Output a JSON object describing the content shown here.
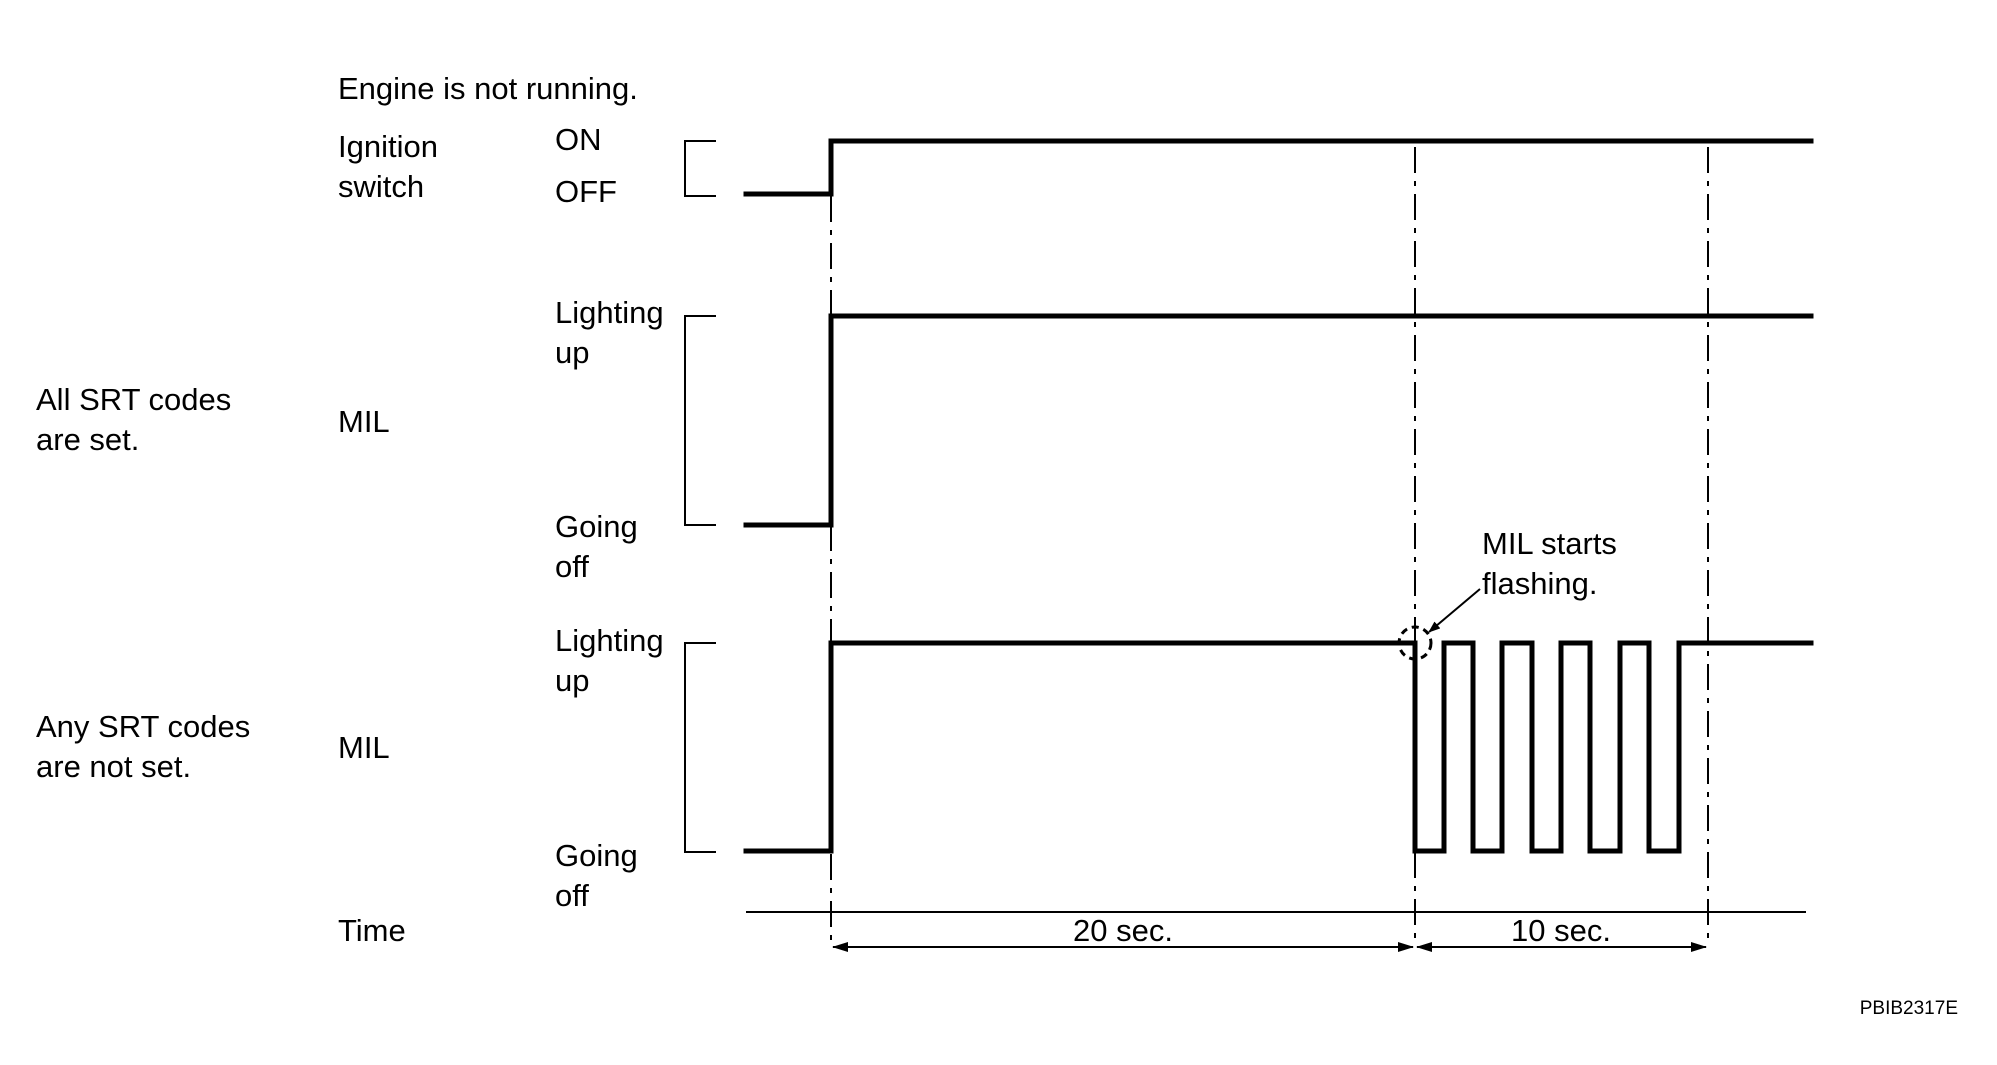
{
  "header": {
    "condition": "Engine is not running."
  },
  "rows": {
    "ignition": {
      "label": [
        "Ignition",
        "switch"
      ],
      "high": [
        "ON"
      ],
      "low": [
        "OFF"
      ]
    },
    "all_set": {
      "condition": [
        "All SRT codes",
        "are set."
      ],
      "signal": "MIL",
      "high": [
        "Lighting",
        "up"
      ],
      "low": [
        "Going",
        "off"
      ]
    },
    "any_not_set": {
      "condition": [
        "Any SRT codes",
        "are not set."
      ],
      "signal": "MIL",
      "high": [
        "Lighting",
        "up"
      ],
      "low": [
        "Going",
        "off"
      ]
    }
  },
  "annotation": [
    "MIL starts",
    "flashing."
  ],
  "time_axis": {
    "label": "Time",
    "intervals": [
      "20 sec.",
      "10 sec."
    ]
  },
  "figure_code": "PBIB2317E"
}
